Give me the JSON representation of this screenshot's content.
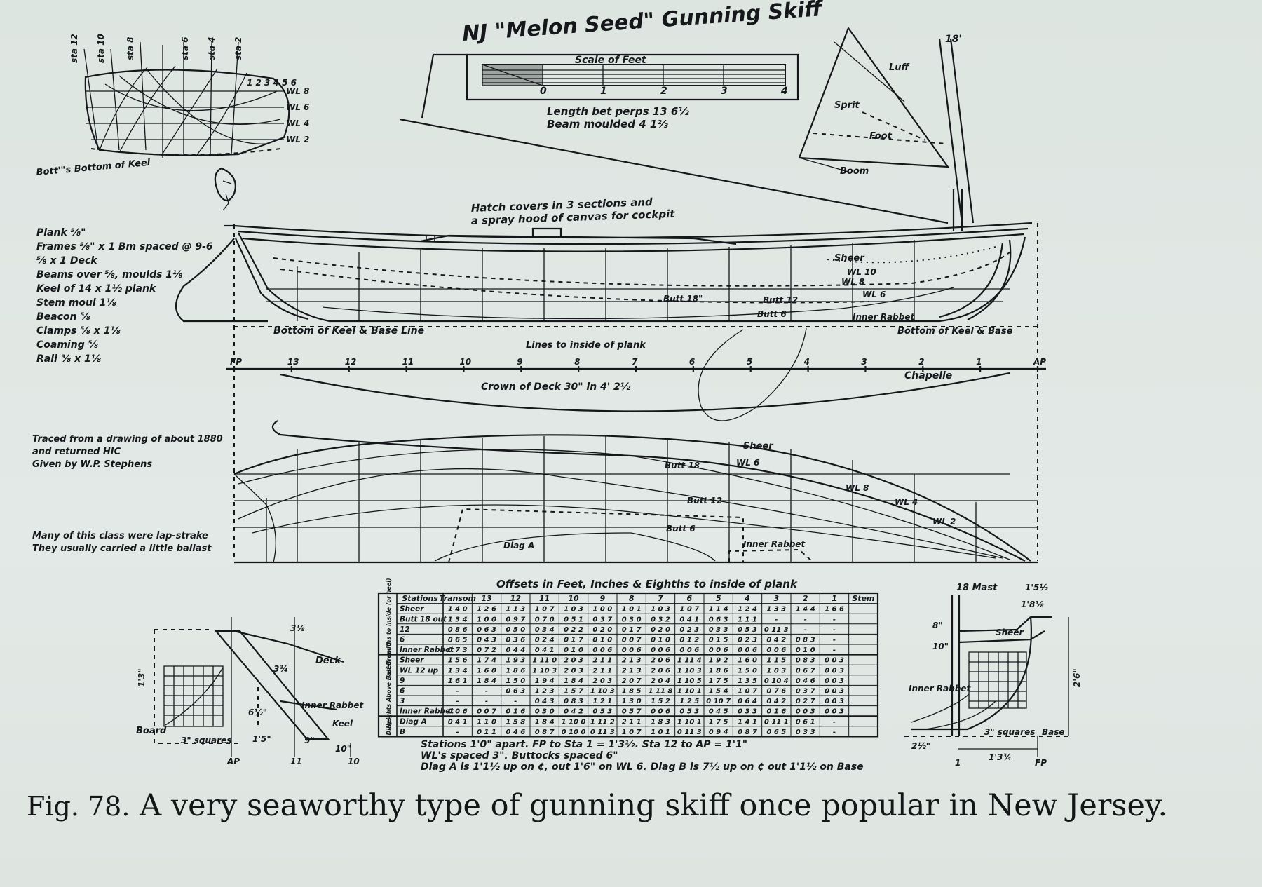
{
  "title": "NJ \"Melon Seed\" Gunning Skiff",
  "scale_label": "Scale of Feet",
  "scale_ticks": [
    "0",
    "1",
    "2",
    "3",
    "4"
  ],
  "dims": {
    "length": "Length bet perps 13 6½",
    "beam": "Beam moulded 4 1⅔"
  },
  "sail_labels": {
    "top": "18'",
    "sprit": "Sprit",
    "luff": "Luff",
    "foot": "Foot",
    "boom": "Boom"
  },
  "body_plan": {
    "caption": "Bott'\"s Bottom of Keel",
    "stations": [
      "sta 12",
      "sta 10",
      "sta 8",
      "sta 6",
      "sta 4",
      "sta 2"
    ],
    "wl": [
      "WL 8",
      "WL 6",
      "WL 4",
      "WL 2"
    ],
    "diag": "1 2 3 4 5 6"
  },
  "scantlings": [
    "Plank ⅝\"",
    "Frames ⅝\" x 1  Bm spaced @ 9-6",
    "⅝ x 1  Deck",
    "Beams over ⅝, moulds 1⅛",
    "Keel of 14 x 1½ plank",
    "Stem moul 1⅛",
    "Beacon ⅝",
    "Clamps ⅝ x 1⅛",
    "Coaming ⅝",
    "Rail ⅜ x 1⅛"
  ],
  "profile_labels": {
    "hatch": "Hatch covers in 3 sections and",
    "hatch2": "a spray hood of canvas for cockpit",
    "sheer": "Sheer",
    "wl10": "WL 10",
    "wl8": "WL 8",
    "wl6": "WL 6",
    "but18": "Butt 18\"",
    "but12": "Butt 12",
    "but6": "Butt 6",
    "rabbet": "Inner Rabbet",
    "keel_base": "Bottom of Keel & Base Line",
    "keel_base_r": "Bottom of Keel & Base",
    "lines_note": "Lines to inside of plank"
  },
  "deck_note": "Crown of Deck 30\" in 4' 2½",
  "chapelle": "Chapelle",
  "station_marks": [
    "FP",
    "13",
    "12",
    "11",
    "10",
    "9",
    "8",
    "7",
    "6",
    "5",
    "4",
    "3",
    "2",
    "1",
    "AP"
  ],
  "traced_note": [
    "Traced from a drawing of about 1880",
    "and returned  HIC",
    "Given by W.P. Stephens"
  ],
  "lapstrake_note": [
    "Many of this class were lap-strake",
    "They usually carried a little ballast"
  ],
  "half_breadth": {
    "sheer": "Sheer",
    "wl6": "WL 6",
    "wl8": "WL 8",
    "wl4": "WL 4",
    "wl2": "WL 2",
    "but18": "Butt 18",
    "but12": "Butt 12",
    "but6": "Butt 6",
    "diag": "Diag A",
    "rabbet": "Inner Rabbet"
  },
  "offsets": {
    "title": "Offsets in Feet, Inches & Eighths to inside of plank",
    "headers": [
      "Stations",
      "Transom",
      "13",
      "12",
      "11",
      "10",
      "9",
      "8",
      "7",
      "6",
      "5",
      "4",
      "3",
      "2",
      "1",
      "Stem"
    ],
    "rows": [
      [
        "Sheer",
        "1 4 0",
        "1 2 6",
        "1 1 3",
        "1 0 7",
        "1 0 3",
        "1 0 0",
        "1 0 1",
        "1 0 3",
        "1 0 7",
        "1 1 4",
        "1 2 4",
        "1 3 3",
        "1 4 4",
        "1 6 6"
      ],
      [
        "Butt 18 out",
        "1 3 4",
        "1 0 0",
        "0 9 7",
        "0 7 0",
        "0 5 1",
        "0 3 7",
        "0 3 0",
        "0 3 2",
        "0 4 1",
        "0 6 3",
        "1 1 1",
        "-",
        "-",
        "-"
      ],
      [
        "12",
        "0 8 6",
        "0 6 3",
        "0 5 0",
        "0 3 4",
        "0 2 2",
        "0 2 0",
        "0 1 7",
        "0 2 0",
        "0 2 3",
        "0 3 3",
        "0 5 3",
        "0 11 3",
        "-",
        "-"
      ],
      [
        "6",
        "0 6 5",
        "0 4 3",
        "0 3 6",
        "0 2 4",
        "0 1 7",
        "0 1 0",
        "0 0 7",
        "0 1 0",
        "0 1 2",
        "0 1 5",
        "0 2 3",
        "0 4 2",
        "0 8 3",
        "-"
      ],
      [
        "Inner Rabbet",
        "0 7 3",
        "0 7 2",
        "0 4 4",
        "0 4 1",
        "0 1 0",
        "0 0 6",
        "0 0 6",
        "0 0 6",
        "0 0 6",
        "0 0 6",
        "0 0 6",
        "0 0 6",
        "0 1 0",
        "-"
      ],
      [
        "Sheer",
        "1 5 6",
        "1 7 4",
        "1 9 3",
        "1 11 0",
        "2 0 3",
        "2 1 1",
        "2 1 3",
        "2 0 6",
        "1 11 4",
        "1 9 2",
        "1 6 0",
        "1 1 5",
        "0 8 3",
        "0 0 3"
      ],
      [
        "WL 12 up",
        "1 3 4",
        "1 6 0",
        "1 8 6",
        "1 10 3",
        "2 0 3",
        "2 1 1",
        "2 1 3",
        "2 0 6",
        "1 10 3",
        "1 8 6",
        "1 5 0",
        "1 0 3",
        "0 6 7",
        "0 0 3"
      ],
      [
        "9",
        "1 6 1",
        "1 8 4",
        "1 5 0",
        "1 9 4",
        "1 8 4",
        "2 0 3",
        "2 0 7",
        "2 0 4",
        "1 10 5",
        "1 7 5",
        "1 3 5",
        "0 10 4",
        "0 4 6",
        "0 0 3"
      ],
      [
        "6",
        "-",
        "-",
        "0 6 3",
        "1 2 3",
        "1 5 7",
        "1 10 3",
        "1 8 5",
        "1 11 8",
        "1 10 1",
        "1 5 4",
        "1 0 7",
        "0 7 6",
        "0 3 7",
        "0 0 3"
      ],
      [
        "3",
        "-",
        "-",
        "-",
        "0 4 3",
        "0 8 3",
        "1 2 1",
        "1 3 0",
        "1 5 2",
        "1 2 5",
        "0 10 7",
        "0 6 4",
        "0 4 2",
        "0 2 7",
        "0 0 3"
      ],
      [
        "Inner Rabbet",
        "0 0 6",
        "0 0 7",
        "0 1 6",
        "0 3 0",
        "0 4 2",
        "0 5 3",
        "0 5 7",
        "0 0 6",
        "0 5 3",
        "0 4 5",
        "0 3 3",
        "0 1 6",
        "0 0 3",
        "0 0 3"
      ],
      [
        "Diag A",
        "0 4 1",
        "1 1 0",
        "1 5 8",
        "1 8 4",
        "1 10 0",
        "1 11 2",
        "2 1 1",
        "1 8 3",
        "1 10 1",
        "1 7 5",
        "1 4 1",
        "0 11 1",
        "0 6 1",
        "-"
      ],
      [
        "B",
        "-",
        "0 1 1",
        "0 4 6",
        "0 8 7",
        "0 10 0",
        "0 11 3",
        "1 0 7",
        "1 0 1",
        "0 11 3",
        "0 9 4",
        "0 8 7",
        "0 6 5",
        "0 3 3",
        "-"
      ]
    ],
    "groups": [
      "Half Breadths to inside (or heel)",
      "Heights Above Base from 0",
      "Diags"
    ],
    "foot": [
      "Stations 1'0\" apart.  FP to Sta 1 = 1'3½.  Sta 12 to AP = 1'1\"",
      "WL's spaced 3\".  Buttocks spaced 6\"",
      "Diag A is 1'1½ up on ¢, out 1'6\" on WL 6.  Diag B is 7½ up on ¢ out 1'1½ on Base"
    ]
  },
  "stem_detail": {
    "deck": "Deck",
    "rabbet": "Inner Rabbet",
    "keel": "Keel",
    "board": "Board",
    "squares": "3\" squares",
    "dims": [
      "3⅛",
      "1'3\"",
      "1'5\"",
      "3¾",
      "6½\"",
      "9\"",
      "10\""
    ],
    "marks": [
      "AP",
      "11",
      "10"
    ]
  },
  "stern_detail": {
    "mast": "18 Mast",
    "rabbet": "Inner Rabbet",
    "squares": "3\" squares",
    "base": "Base",
    "sheer": "Sheer",
    "dims": [
      "1'8⅛",
      "2'6\"",
      "1'3¾",
      "8\"",
      "10\"",
      "2½\"",
      "1'5½"
    ],
    "marks": [
      "1",
      "FP"
    ]
  },
  "caption": {
    "fig": "Fig. 78.",
    "text": "A very seaworthy type of gunning skiff once popular in New Jersey."
  }
}
